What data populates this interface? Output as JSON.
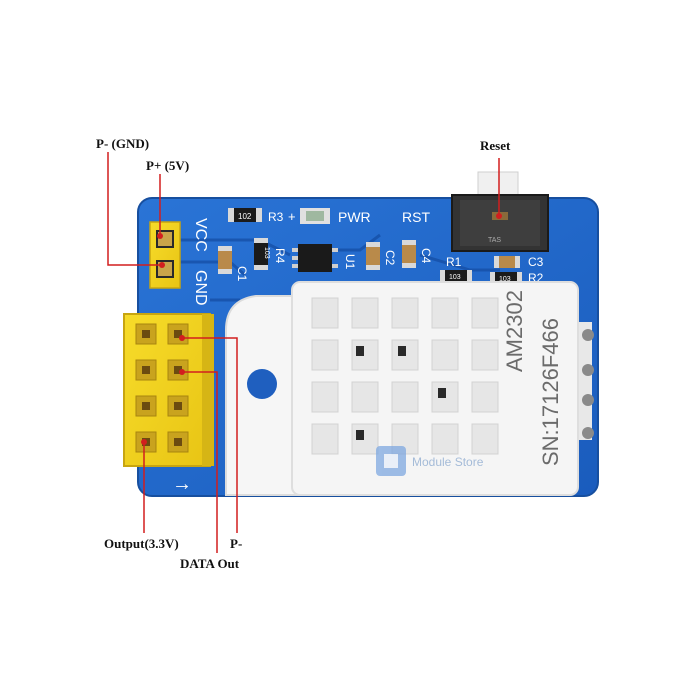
{
  "callouts": {
    "p_minus_gnd": "P- (GND)",
    "p_plus_5v": "P+ (5V)",
    "reset": "Reset",
    "output_3v3": "Output(3.3V)",
    "data_out": "DATA Out",
    "p_minus": "P-"
  },
  "silkscreen": {
    "vcc": "VCC",
    "gnd": "GND",
    "r3": "R3",
    "plus": "+",
    "pwr": "PWR",
    "rst": "RST",
    "r4": "R4",
    "c1": "C1",
    "u1": "U1",
    "c2": "C2",
    "c4": "C4",
    "r1": "R1",
    "c3": "C3",
    "r2": "R2",
    "arrow": "→"
  },
  "components": {
    "r102": "102",
    "r103a": "103",
    "r103b": "103",
    "r103c": "103",
    "switch_code": "TAS"
  },
  "sensor": {
    "model": "AM2302",
    "serial": "SN:17126F466"
  },
  "watermark": {
    "text": "Module Store"
  },
  "colors": {
    "pcb_blue": "#1f66c9",
    "header_yellow": "#f2d21c",
    "callout_red": "#d21e1e",
    "sensor_white": "#f5f5f5"
  }
}
